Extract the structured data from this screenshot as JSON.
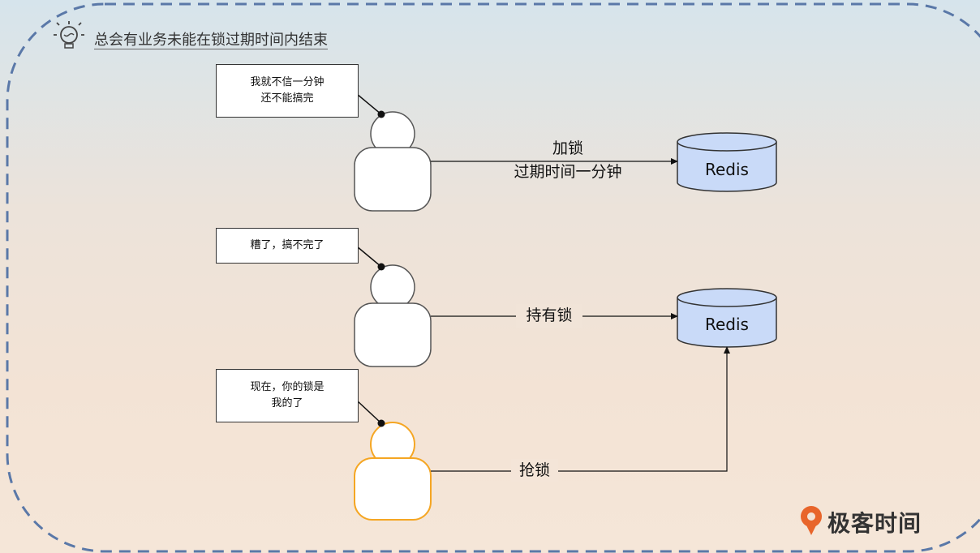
{
  "title": "总会有业务未能在锁过期时间内结束",
  "brand": "极客时间",
  "notes": {
    "note1": "我就不信一分钟\n还不能搞完",
    "note2": "糟了，搞不完了",
    "note3": "现在，你的锁是\n我的了"
  },
  "edges": {
    "edge1_line1": "加锁",
    "edge1_line2": "过期时间一分钟",
    "edge2": "持有锁",
    "edge3": "抢锁"
  },
  "nodes": {
    "redis1": "Redis",
    "redis2": "Redis"
  },
  "colors": {
    "frame_border": "#5a78a8",
    "redis_fill": "#c9daf8",
    "actor_normal": "#555555",
    "actor_highlight": "#f5a623",
    "brand_accent": "#e8652b"
  }
}
